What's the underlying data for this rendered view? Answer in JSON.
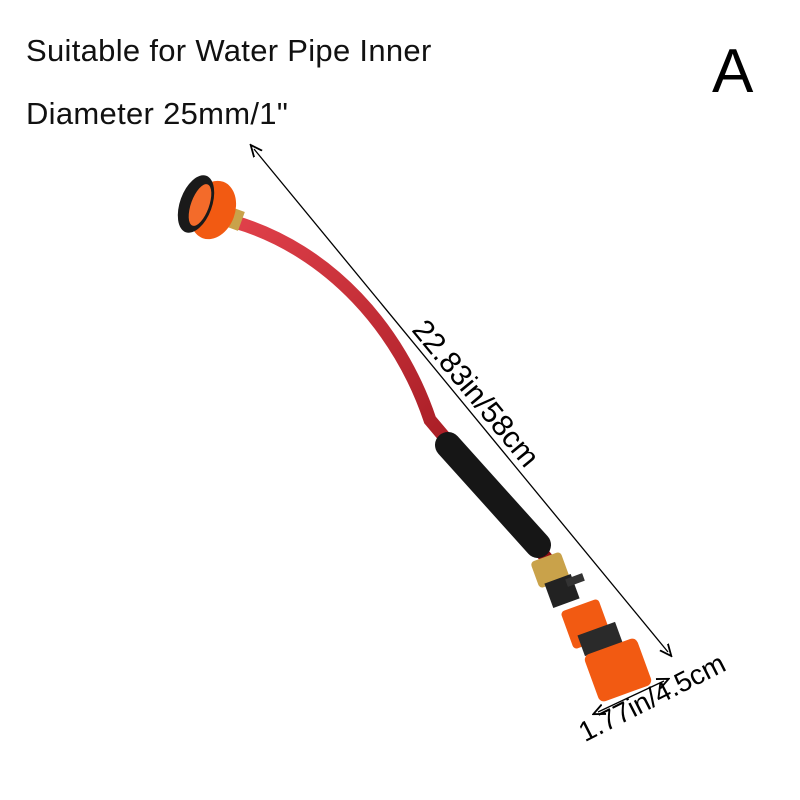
{
  "heading": {
    "line1": "Suitable for Water Pipe Inner",
    "line2": "Diameter 25mm/1\""
  },
  "variant_label": "A",
  "dimensions": {
    "length": "22.83in/58cm",
    "diameter": "1.77in/4.5cm"
  },
  "colors": {
    "tube": "#b0141c",
    "orange": "#f25a12",
    "grip": "#161616",
    "brass": "#c9a24a"
  }
}
